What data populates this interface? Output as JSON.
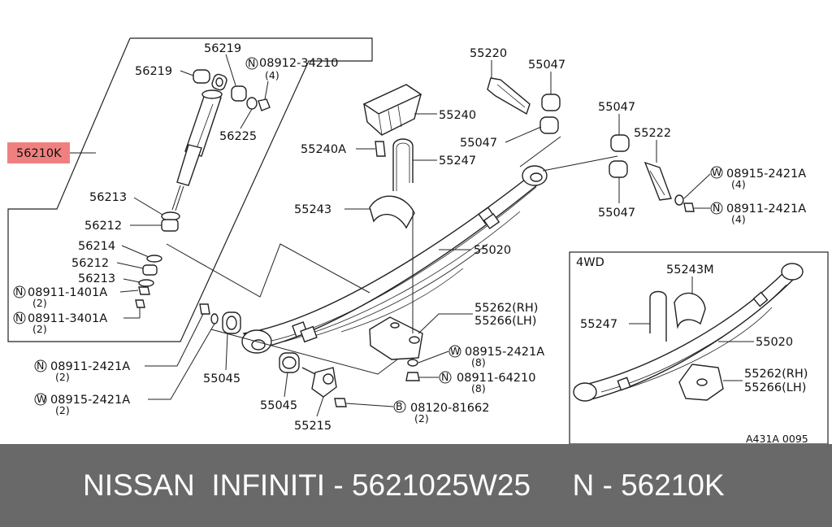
{
  "diagram": {
    "highlight_color": "#f08080",
    "highlight_label": "56210K",
    "labels": {
      "top_56219": "56219",
      "left_56219": "56219",
      "n_08912": "08912-34210",
      "q4a": "(4)",
      "l56225": "56225",
      "l56213a": "56213",
      "l56212a": "56212",
      "l56214": "56214",
      "l56212b": "56212",
      "l56213b": "56213",
      "n_08911_1401": "08911-1401A",
      "q2a": "(2)",
      "n_08911_3401": "08911-3401A",
      "q2b": "(2)",
      "n_08911_2421l": "08911-2421A",
      "q2c": "(2)",
      "w_08915_2421l": "08915-2421A",
      "q2d": "(2)",
      "l55045a": "55045",
      "l55045b": "55045",
      "l55215": "55215",
      "b_08120": "08120-81662",
      "q2e": "(2)",
      "l55240": "55240",
      "l55240A": "55240A",
      "l55247": "55247",
      "l55243": "55243",
      "l55220": "55220",
      "l55047a": "55047",
      "l55047b": "55047",
      "l55047c": "55047",
      "l55047d": "55047",
      "l55222": "55222",
      "w_08915_2421r": "08915-2421A",
      "q4b": "(4)",
      "n_08911_2421r": "08911-2421A",
      "q4c": "(4)",
      "l55020": "55020",
      "l55262": "55262(RH)",
      "l55266": "55266(LH)",
      "w_08915_2421m": "08915-2421A",
      "q8a": "(8)",
      "n_08911_6421": "08911-64210",
      "q8b": "(8)",
      "fwd_title": "4WD",
      "l55243M": "55243M",
      "l55247_4wd": "55247",
      "l55020_4wd": "55020",
      "l55262_4wd": "55262(RH)",
      "l55266_4wd": "55266(LH)",
      "ref_code": "A431A 0095",
      "sym_n": "N",
      "sym_w": "W",
      "sym_b": "B"
    }
  },
  "footer": {
    "brand": "NISSAN  INFINITI",
    "sep": " - ",
    "part_number": "5621025W25",
    "spacer": "     ",
    "code": "N - 56210K"
  }
}
